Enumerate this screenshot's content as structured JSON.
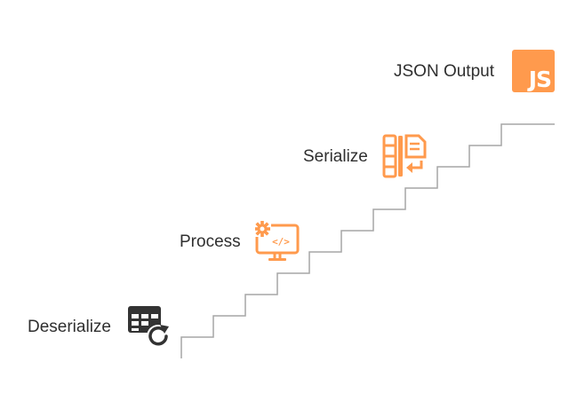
{
  "steps": [
    {
      "label": "Deserialize",
      "icon": "table-refresh-icon",
      "color": "#333333"
    },
    {
      "label": "Process",
      "icon": "monitor-code-gear-icon",
      "color": "#FF9A4D"
    },
    {
      "label": "Serialize",
      "icon": "columns-document-return-icon",
      "color": "#FF9A4D"
    },
    {
      "label": "JSON Output",
      "icon": "js-badge-icon",
      "color": "#FF9A4D",
      "badge_text": "JS"
    }
  ],
  "colors": {
    "accent": "#FF9A4D",
    "dark_icon": "#333333",
    "staircase": "#A6A6A6",
    "label": "#2F2F2F"
  }
}
